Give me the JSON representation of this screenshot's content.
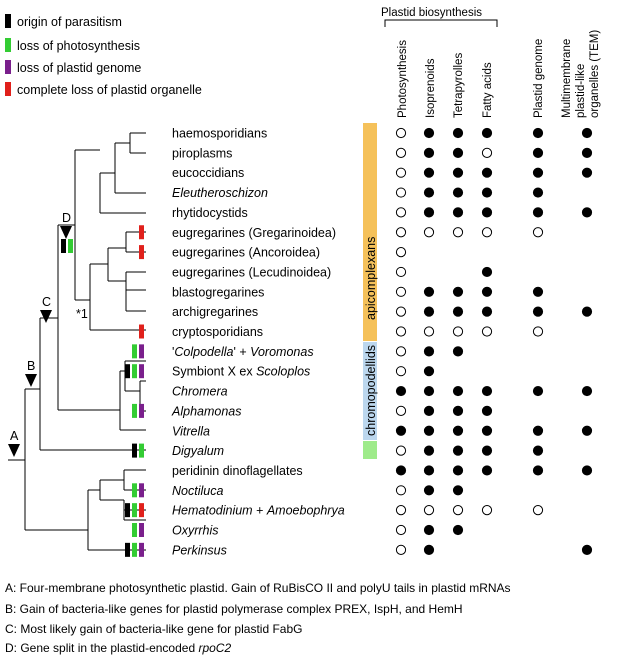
{
  "legend": [
    {
      "label": "origin of parasitism",
      "color": "#000000"
    },
    {
      "label": "loss of photosynthesis",
      "color": "#33cc33"
    },
    {
      "label": "loss of plastid genome",
      "color": "#7a1f8c"
    },
    {
      "label": "complete loss of plastid organelle",
      "color": "#e0201b"
    }
  ],
  "header": {
    "group_title": "Plastid biosynthesis",
    "columns": [
      "Photosynthesis",
      "Isoprenoids",
      "Tetrapyrolles",
      "Fatty acids",
      "Plastid genome"
    ],
    "multi_col": [
      "Multimembrane",
      "plastid-like",
      "organelles (TEM)"
    ]
  },
  "taxa": [
    {
      "pre": "",
      "it": "",
      "post": "haemosporidians",
      "marks": [],
      "traits": [
        "o",
        "f",
        "f",
        "f",
        "f",
        "f"
      ]
    },
    {
      "pre": "",
      "it": "",
      "post": "piroplasms",
      "marks": [],
      "traits": [
        "o",
        "f",
        "f",
        "o",
        "f",
        "f"
      ]
    },
    {
      "pre": "",
      "it": "",
      "post": "eucoccidians",
      "marks": [],
      "traits": [
        "o",
        "f",
        "f",
        "f",
        "f",
        "f"
      ]
    },
    {
      "pre": "",
      "it": "Eleutheroschizon",
      "post": "",
      "marks": [],
      "traits": [
        "o",
        "f",
        "f",
        "f",
        "f",
        ""
      ]
    },
    {
      "pre": "",
      "it": "",
      "post": "rhytidocystids",
      "marks": [],
      "traits": [
        "o",
        "f",
        "f",
        "f",
        "f",
        "f"
      ]
    },
    {
      "pre": "",
      "it": "",
      "post": "eugregarines (Gregarinoidea)",
      "marks": [
        "r"
      ],
      "traits": [
        "o",
        "o",
        "o",
        "o",
        "o",
        ""
      ]
    },
    {
      "pre": "",
      "it": "",
      "post": "eugregarines (Ancoroidea)",
      "marks": [
        "r"
      ],
      "traits": [
        "o",
        "",
        "",
        "",
        "",
        ""
      ]
    },
    {
      "pre": "",
      "it": "",
      "post": "eugregarines (Lecudinoidea)",
      "marks": [],
      "traits": [
        "o",
        "",
        "",
        "f",
        "",
        ""
      ]
    },
    {
      "pre": "",
      "it": "",
      "post": "blastogregarines",
      "marks": [],
      "traits": [
        "o",
        "f",
        "f",
        "f",
        "f",
        ""
      ]
    },
    {
      "pre": "",
      "it": "",
      "post": "archigregarines",
      "marks": [],
      "traits": [
        "o",
        "f",
        "f",
        "f",
        "f",
        "f"
      ]
    },
    {
      "pre": "",
      "it": "",
      "post": "cryptosporidians",
      "marks": [
        "r"
      ],
      "traits": [
        "o",
        "o",
        "o",
        "o",
        "o",
        ""
      ]
    },
    {
      "pre": "'",
      "it": "Colpodella",
      "post": "' + ",
      "it2": "Voromonas",
      "marks": [
        "g",
        "p"
      ],
      "traits": [
        "o",
        "f",
        "f",
        "",
        "",
        ""
      ]
    },
    {
      "pre": "Symbiont X ex ",
      "it": "Scoloplos",
      "post": "",
      "marks": [
        "k",
        "g",
        "p"
      ],
      "traits": [
        "o",
        "f",
        "",
        "",
        "",
        ""
      ]
    },
    {
      "pre": "",
      "it": "Chromera",
      "post": "",
      "marks": [],
      "traits": [
        "f",
        "f",
        "f",
        "f",
        "f",
        "f"
      ]
    },
    {
      "pre": "",
      "it": "Alphamonas",
      "post": "",
      "marks": [
        "g",
        "p"
      ],
      "traits": [
        "o",
        "f",
        "f",
        "f",
        "",
        ""
      ]
    },
    {
      "pre": "",
      "it": "Vitrella",
      "post": "",
      "marks": [],
      "traits": [
        "f",
        "f",
        "f",
        "f",
        "f",
        "f"
      ]
    },
    {
      "pre": "",
      "it": "Digyalum",
      "post": "",
      "marks": [
        "k",
        "g"
      ],
      "traits": [
        "o",
        "f",
        "f",
        "f",
        "f",
        ""
      ]
    },
    {
      "pre": "",
      "it": "",
      "post": "peridinin dinoflagellates",
      "marks": [],
      "traits": [
        "f",
        "f",
        "f",
        "f",
        "f",
        "f"
      ]
    },
    {
      "pre": "",
      "it": "Noctiluca",
      "post": "",
      "marks": [
        "g",
        "p"
      ],
      "traits": [
        "o",
        "f",
        "f",
        "",
        "",
        ""
      ]
    },
    {
      "pre": "",
      "it": "Hematodinium",
      "post": " + ",
      "it2": "Amoebophrya",
      "marks": [
        "k",
        "g",
        "r"
      ],
      "traits": [
        "o",
        "o",
        "o",
        "o",
        "o",
        ""
      ]
    },
    {
      "pre": "",
      "it": "Oxyrrhis",
      "post": "",
      "marks": [
        "g",
        "p"
      ],
      "traits": [
        "o",
        "f",
        "f",
        "",
        "",
        ""
      ]
    },
    {
      "pre": "",
      "it": "Perkinsus",
      "post": "",
      "marks": [
        "k",
        "g",
        "p"
      ],
      "traits": [
        "o",
        "f",
        "",
        "",
        "",
        "f"
      ]
    }
  ],
  "nodes": {
    "a": "A",
    "b": "B",
    "c": "C",
    "d": "D",
    "star": "*1"
  },
  "clades": [
    {
      "label": "apicomplexans",
      "color": "#f5c15a"
    },
    {
      "label": "chromopodellids",
      "color": "#bcd7ee"
    },
    {
      "label": "",
      "color": "#9eeb8a"
    }
  ],
  "footnotes": [
    {
      "text": "A: Four-membrane photosynthetic plastid. Gain of RuBisCO II and polyU tails in plastid mRNAs",
      "it": ""
    },
    {
      "text": "B: Gain of bacteria-like genes for plastid polymerase complex PREX, IspH, and HemH",
      "it": ""
    },
    {
      "text": "C: Most likely gain of bacteria-like gene for plastid FabG",
      "it": ""
    },
    {
      "text": "D: Gene split in the plastid-encoded ",
      "it": "rpoC2"
    }
  ],
  "mark_colors": {
    "k": "#000000",
    "g": "#33cc33",
    "p": "#7a1f8c",
    "r": "#e0201b"
  }
}
